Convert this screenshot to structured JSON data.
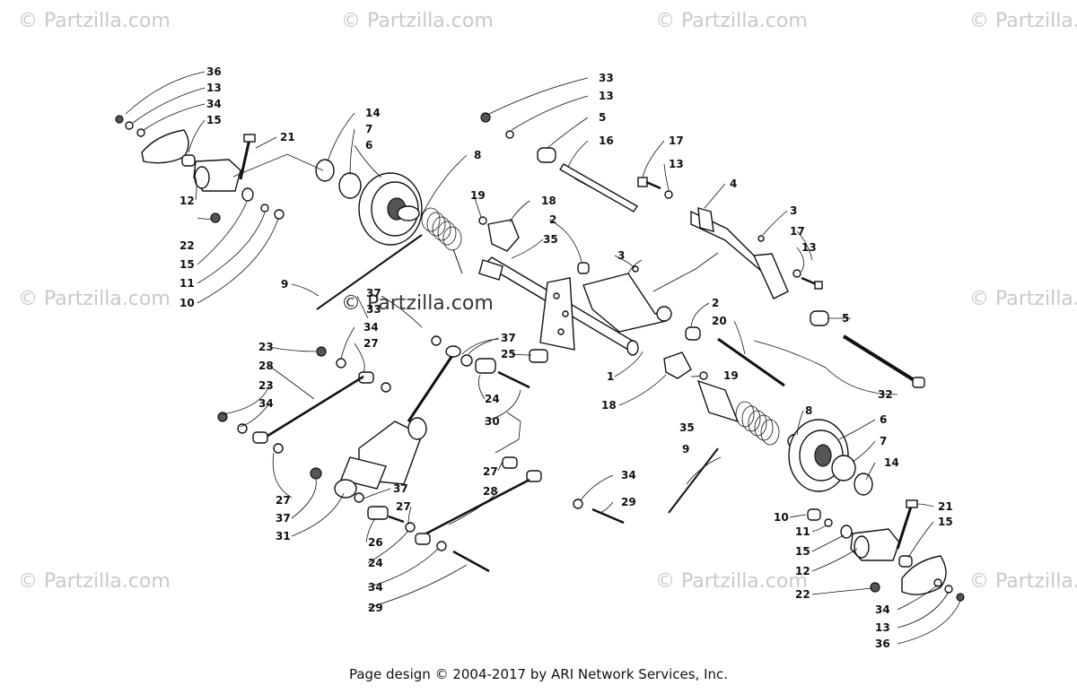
{
  "watermark": "© Partzilla.com",
  "footer": "Page design © 2004-2017 by ARI Network Services, Inc.",
  "callouts": {
    "c36a": "36",
    "c13a": "13",
    "c34a": "34",
    "c15a": "15",
    "c21a": "21",
    "c14a": "14",
    "c7a": "7",
    "c6a": "6",
    "c12a": "12",
    "c22a": "22",
    "c15b": "15",
    "c11a": "11",
    "c10a": "10",
    "c8a": "8",
    "c9a": "9",
    "c33a": "33",
    "c13b": "13",
    "c5a": "5",
    "c16a": "16",
    "c17a": "17",
    "c13c": "13",
    "c4a": "4",
    "c19a": "19",
    "c18a": "18",
    "c2a": "2",
    "c35a": "35",
    "c3a": "3",
    "c3b": "3",
    "c17b": "17",
    "c13d": "13",
    "c37a": "37",
    "c33b": "33",
    "c34b": "34",
    "c27a": "27",
    "c23a": "23",
    "c28a": "28",
    "c23b": "23",
    "c34c": "34",
    "c37b": "37",
    "c25a": "25",
    "c2b": "2",
    "c20a": "20",
    "c5b": "5",
    "c1a": "1",
    "c19b": "19",
    "c18b": "18",
    "c24a": "24",
    "c30a": "30",
    "c32a": "32",
    "c8b": "8",
    "c6b": "6",
    "c35b": "35",
    "c9b": "9",
    "c7b": "7",
    "c14b": "14",
    "c27b": "27",
    "c37c": "37",
    "c31a": "31",
    "c37d": "37",
    "c27c": "27",
    "c28b": "28",
    "c27d": "27",
    "c34d": "34",
    "c29a": "29",
    "c26a": "26",
    "c24b": "24",
    "c34e": "34",
    "c29b": "29",
    "c10b": "10",
    "c11b": "11",
    "c15c": "15",
    "c12b": "12",
    "c22b": "22",
    "c21b": "21",
    "c15d": "15",
    "c34f": "34",
    "c13e": "13",
    "c36b": "36"
  }
}
